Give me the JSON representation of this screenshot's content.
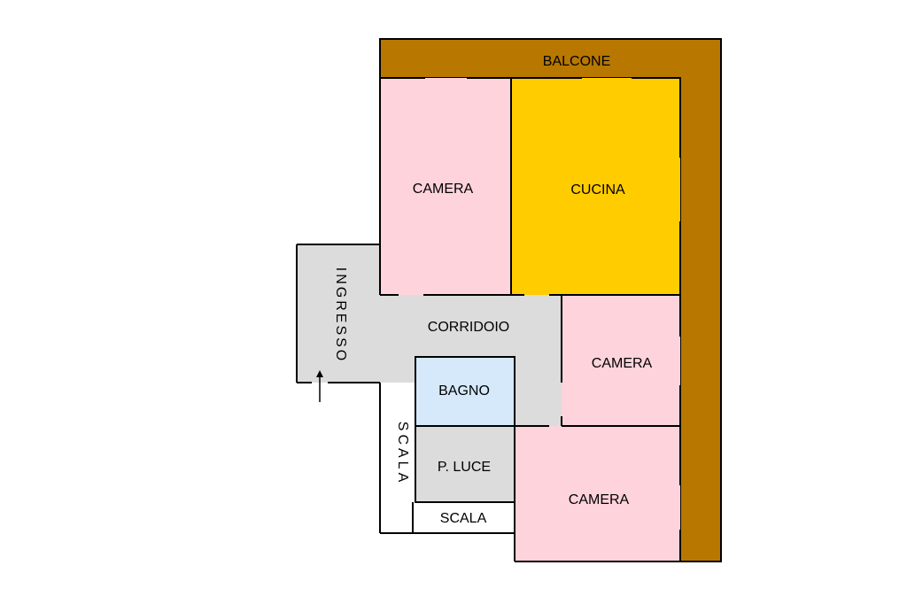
{
  "labels": {
    "balcone": "BALCONE",
    "camera_top_left": "CAMERA",
    "cucina": "CUCINA",
    "ingresso": "INGRESSO",
    "corridoio": "CORRIDOIO",
    "camera_right": "CAMERA",
    "bagno": "BAGNO",
    "scala_vertical": "SCALA",
    "p_luce": "P. LUCE",
    "scala_horizontal": "SCALA",
    "camera_bottom": "CAMERA"
  },
  "colors": {
    "balcone": "#b87800",
    "camera": "#ffd3dc",
    "cucina": "#ffcc00",
    "common": "#dcdcdc",
    "bagno": "#d5e9fb",
    "scala": "#ffffff",
    "wall": "#000000"
  },
  "icons": {
    "entrance": "arrow-up-icon"
  }
}
